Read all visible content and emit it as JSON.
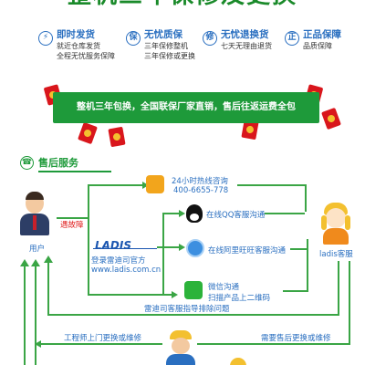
{
  "banner": {
    "title": "整机三年保修及更换"
  },
  "features": [
    {
      "icon": "truck-icon",
      "title": "即时发货",
      "line1": "就近仓库发货",
      "line2": "全程无忧服务保障"
    },
    {
      "icon": "shield-icon",
      "title": "无忧质保",
      "line1": "三年保修整机",
      "line2": "三年保修或更换"
    },
    {
      "icon": "refresh-icon",
      "title": "无忧退换货",
      "line1": "七天无理由退货",
      "line2": ""
    },
    {
      "icon": "badge-icon",
      "title": "正品保障",
      "line1": "品质保障",
      "line2": ""
    }
  ],
  "promo": {
    "text": "整机三年包换，全国联保厂家直销，售后往返运费全包"
  },
  "section": {
    "title": "售后服务"
  },
  "flow": {
    "user_label": "用户",
    "fault_label": "遇故障",
    "brand": "LADIS",
    "login_label": "登录雷迪司官方",
    "site_url": "www.ladis.com.cn",
    "hotline_title": "24小时热线咨询",
    "hotline_number": "400-6655-778",
    "qq_label": "在线QQ客服沟通",
    "aliwangwang_label": "在线阿里旺旺客服沟通",
    "wechat_line1": "微信沟通",
    "wechat_line2": "扫描产品上二维码",
    "support_label": "ladis客服",
    "guide_label": "雷迪司客服指导排除问题",
    "engineer_label": "工程师上门更换或维修",
    "return_label": "需要售后更换或维修"
  },
  "colors": {
    "brand_blue": "#2a6fc0",
    "brand_green": "#1e9a3a",
    "accent_red": "#d9161c"
  }
}
